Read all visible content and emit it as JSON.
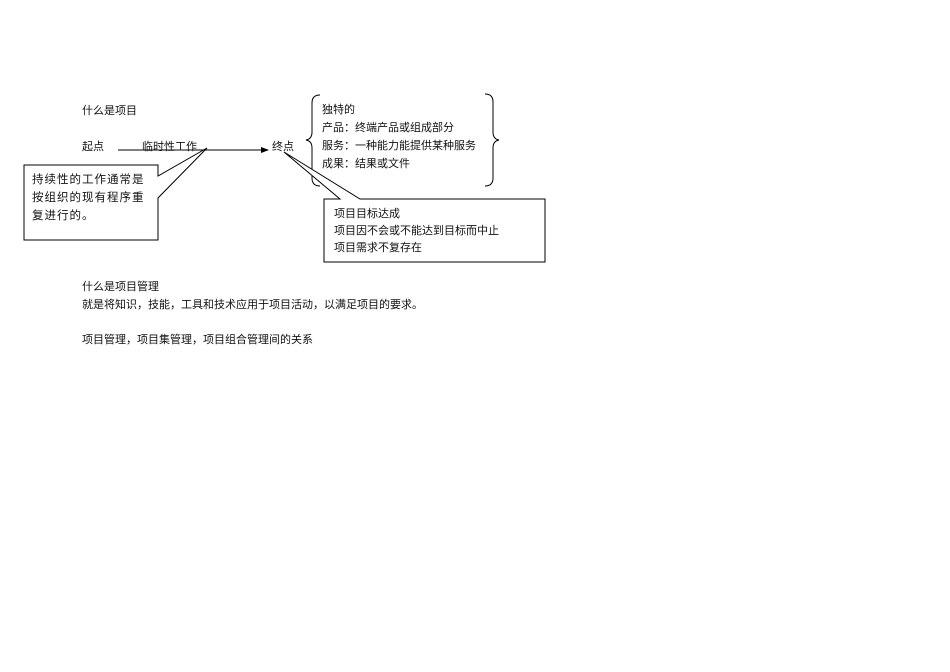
{
  "heading_project": "什么是项目",
  "diagram": {
    "start": "起点",
    "temporary_work": "临时性工作",
    "end": "终点",
    "ongoing_callout": [
      "持续性的工作通常是",
      "按组织的现有程序重",
      "复进行的。"
    ],
    "brace_items": [
      "独特的",
      "产品：终端产品或组成部分",
      "服务：一种能力能提供某种服务",
      "成果：结果或文件"
    ],
    "end_callout": [
      "项目目标达成",
      "项目因不会或不能达到目标而中止",
      "项目需求不复存在"
    ]
  },
  "heading_pm": "什么是项目管理",
  "pm_definition": "就是将知识，技能，工具和技术应用于项目活动，以满足项目的要求。",
  "relation_title": "项目管理，项目集管理，项目组合管理间的关系"
}
